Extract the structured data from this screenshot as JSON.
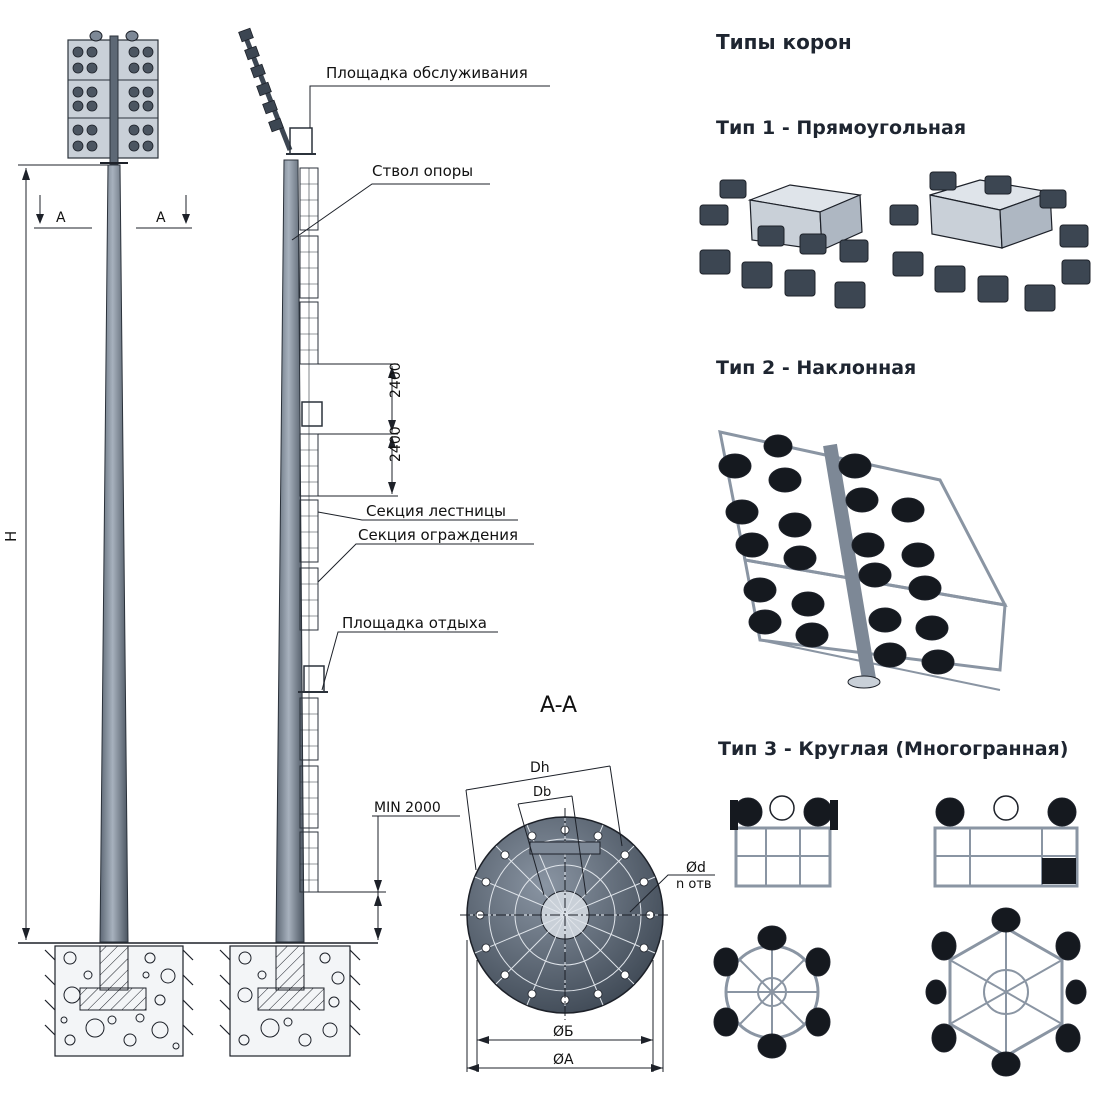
{
  "section": {
    "title": "Типы корон",
    "type1": "Тип 1 - Прямоугольная",
    "type2": "Тип 2 - Наклонная",
    "type3": "Тип 3 - Круглая  (Многогранная)"
  },
  "callouts": {
    "service_platform": "Площадка обслуживания",
    "trunk": "Ствол опоры",
    "ladder_section": "Секция лестницы",
    "guard_section": "Секция ограждения",
    "rest_platform": "Площадка отдыха"
  },
  "dimensions": {
    "height": "H",
    "section_mark": "A",
    "ladder_step_1": "2400",
    "ladder_step_2": "2400",
    "min_height": "MIN 2000",
    "section_title": "A-A",
    "dh": "Dh",
    "db": "Db",
    "hole_diameter": "Ød",
    "hole_count": "n отв",
    "diameter_b": "ØБ",
    "diameter_a": "ØA"
  },
  "colors": {
    "steel_dark": "#3c4652",
    "steel_mid": "#7d8896",
    "steel_light": "#c9d0d8",
    "line": "#1d2129",
    "heading": "#1e2530"
  }
}
